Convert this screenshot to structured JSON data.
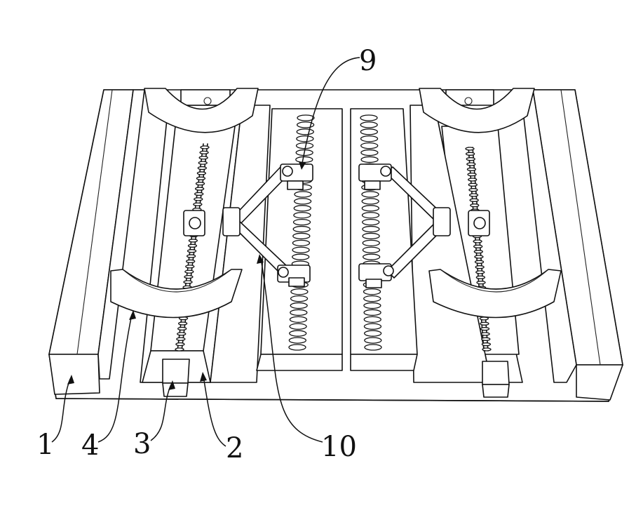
{
  "labels": {
    "l1": "1",
    "l2": "2",
    "l3": "3",
    "l4": "4",
    "l9": "9",
    "l10": "10"
  }
}
